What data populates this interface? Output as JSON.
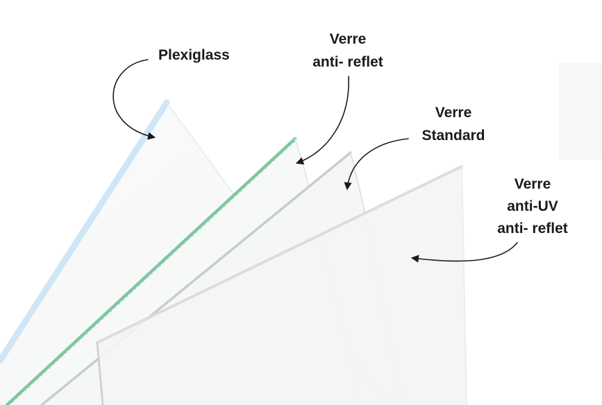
{
  "labels": {
    "plexiglass": "Plexiglass",
    "anti_reflet_line1": "Verre",
    "anti_reflet_line2": "anti- reflet",
    "standard_line1": "Verre",
    "standard_line2": "Standard",
    "anti_uv_line1": "Verre",
    "anti_uv_line2": "anti-UV",
    "anti_uv_line3": "anti- reflet"
  },
  "colors": {
    "plexiglass_edge": "#cfe6f7",
    "anti_reflet_edge": "#7fc6a0",
    "standard_edge": "#c8cccc",
    "anti_uv_edge": "#dcdcdc",
    "text": "#1a1a1a"
  }
}
